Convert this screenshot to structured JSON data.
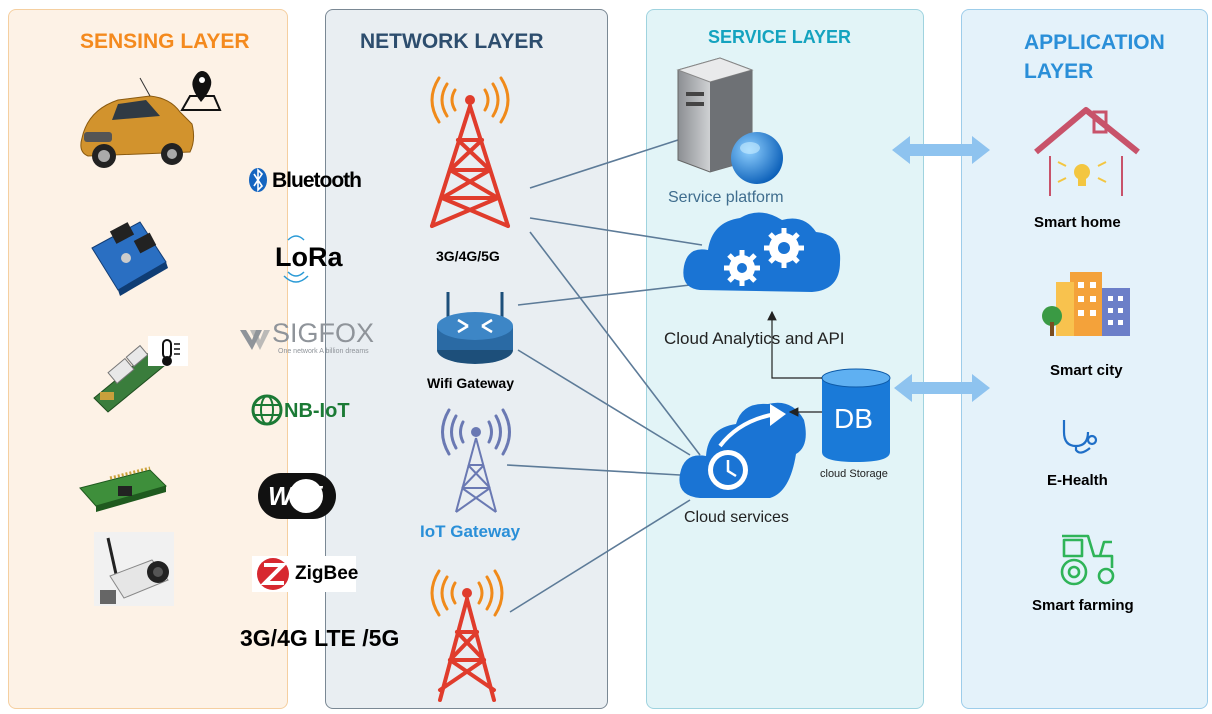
{
  "layers": {
    "sensing": "SENSING LAYER",
    "network": "NETWORK LAYER",
    "service": "SERVICE LAYER",
    "application": "APPLICATION LAYER"
  },
  "protocols": {
    "bluetooth": "Bluetooth",
    "lora": "LoRa",
    "sigfox": "SIGFOX",
    "sigfox_tagline": "One network A billion dreams",
    "nbiot": "NB-IoT",
    "wifi": "WiFi",
    "zigbee": "ZigBee",
    "cellular": "3G/4G LTE /5G"
  },
  "network_nodes": {
    "tower": "3G/4G/5G",
    "wifi_gateway": "Wifi Gateway",
    "iot_gateway": "IoT Gateway"
  },
  "service_nodes": {
    "platform": "Service platform",
    "analytics": "Cloud Analytics and API",
    "cloud_services": "Cloud services",
    "db": "DB",
    "storage": "cloud Storage"
  },
  "applications": {
    "home": "Smart home",
    "city": "Smart city",
    "health": "E-Health",
    "farming": "Smart farming"
  },
  "colors": {
    "sensing_title": "#f48a1e",
    "network_title": "#2d4d6e",
    "service_title": "#14a3bf",
    "application_title": "#2a8fd8",
    "tower_red": "#e03c2c",
    "cloud_blue": "#1a74d4",
    "link_line": "#5d7b98"
  }
}
